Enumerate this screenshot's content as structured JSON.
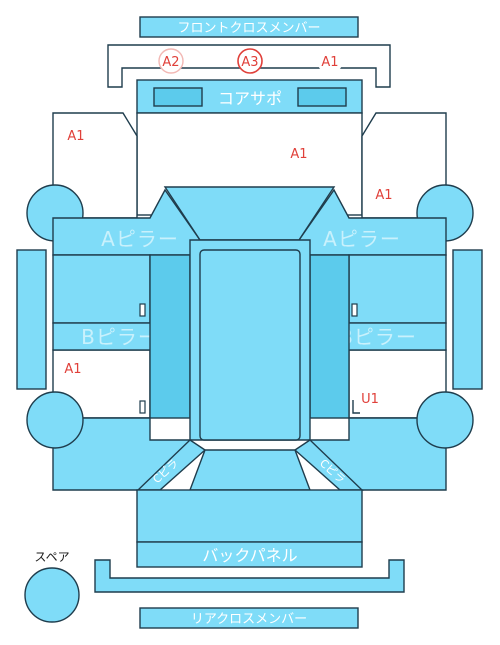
{
  "labels": {
    "front_cross_member": "フロントクロスメンバー",
    "core_support": "コアサポ",
    "a_pillar_left": "Aピラー",
    "a_pillar_right": "Aピラー",
    "b_pillar_left": "Bピラー",
    "b_pillar_right": "Bピラー",
    "back_panel": "バックパネル",
    "rear_cross_member": "リアクロスメンバー",
    "spare": "スペア",
    "pillar_c_left": "Cピラ",
    "pillar_c_right": "Cピラ"
  },
  "codes": {
    "front_a2": "A2",
    "front_a3": "A3",
    "front_a1": "A1",
    "front_left_apron": "A1",
    "hood_area": "A1",
    "front_right_apron": "A1",
    "rear_left": "A1",
    "rear_right": "U1"
  },
  "colors": {
    "part_fill": "#7fdcf8",
    "part_dark": "#5ccbec",
    "outline": "#1f3d4d",
    "code_red": "#e0403a"
  }
}
